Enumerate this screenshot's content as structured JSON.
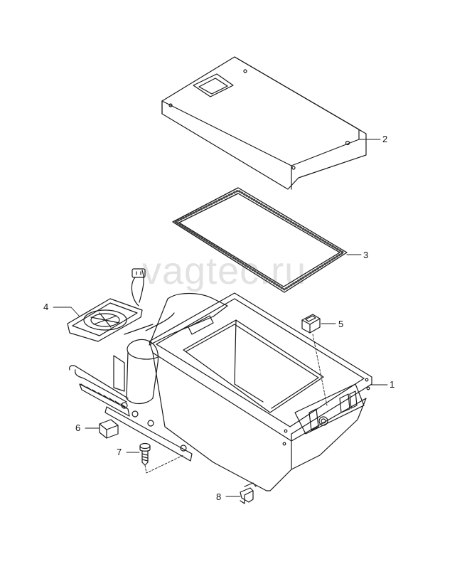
{
  "watermark": "vagtec.ru",
  "callouts": [
    {
      "id": "1",
      "label": "1"
    },
    {
      "id": "2",
      "label": "2"
    },
    {
      "id": "3",
      "label": "3"
    },
    {
      "id": "4",
      "label": "4"
    },
    {
      "id": "5",
      "label": "5"
    },
    {
      "id": "6",
      "label": "6"
    },
    {
      "id": "7",
      "label": "7"
    },
    {
      "id": "8",
      "label": "8"
    }
  ]
}
